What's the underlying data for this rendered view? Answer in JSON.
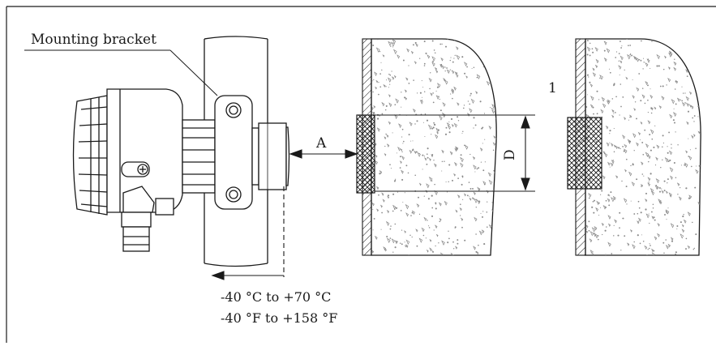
{
  "labels": {
    "bracket": "Mounting bracket",
    "distance": "A",
    "diameter": "D",
    "variant": "1"
  },
  "temperature": {
    "celsius": "-40 °C to +70 °C",
    "fahrenheit": "-40 °F to +158 °F"
  },
  "colors": {
    "line": "#1a1a1a",
    "concrete_fill": "#ffffff",
    "speckle": "#8a8a8a"
  }
}
